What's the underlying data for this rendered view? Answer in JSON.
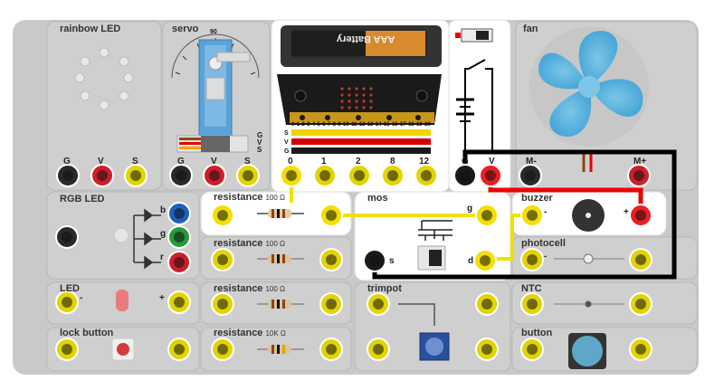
{
  "modules": {
    "rainbow_led": "rainbow LED",
    "servo": "servo",
    "servo_scale_90": "90",
    "servo_pins": [
      "G",
      "V",
      "S"
    ],
    "fan": "fan",
    "rgb_led": "RGB LED",
    "rgb_channels": [
      "b",
      "g",
      "r"
    ],
    "led": "LED",
    "lock_button": "lock button",
    "resistance_1": "resistance",
    "resistance_1_value": "100 Ω",
    "resistance_2": "resistance",
    "resistance_2_value": "100 Ω",
    "resistance_3": "resistance",
    "resistance_3_value": "100 Ω",
    "resistance_4": "resistance",
    "resistance_4_value": "10K Ω",
    "mos": "mos",
    "mos_g": "g",
    "mos_s": "s",
    "mos_d": "d",
    "trimpot": "trimpot",
    "buzzer": "buzzer",
    "photocell": "photocell",
    "ntc": "NTC",
    "button": "button",
    "battery": "AAA Battery",
    "minus": "-",
    "plus": "+"
  },
  "pin_labels": {
    "g1": "G",
    "v1": "V",
    "s1": "S",
    "g2": "G",
    "v2": "V",
    "s2": "S",
    "m_minus": "M-",
    "m_plus": "M+",
    "p0": "0",
    "p1": "1",
    "p2": "2",
    "p8": "8",
    "p12": "12",
    "gnd": "G",
    "vcc": "V"
  },
  "microbit_pins": [
    "0",
    "1",
    "2",
    "3",
    "4",
    "5",
    "6",
    "7",
    "8",
    "9",
    "10",
    "11",
    "12",
    "13",
    "14",
    "15",
    "16",
    "17",
    "18",
    "19",
    "20"
  ],
  "header_rows": [
    "S",
    "V",
    "G"
  ],
  "colors": {
    "board": "#c9c9c9",
    "wire_yellow": "#f2e000",
    "wire_red": "#ee0000",
    "wire_black": "#000000"
  }
}
